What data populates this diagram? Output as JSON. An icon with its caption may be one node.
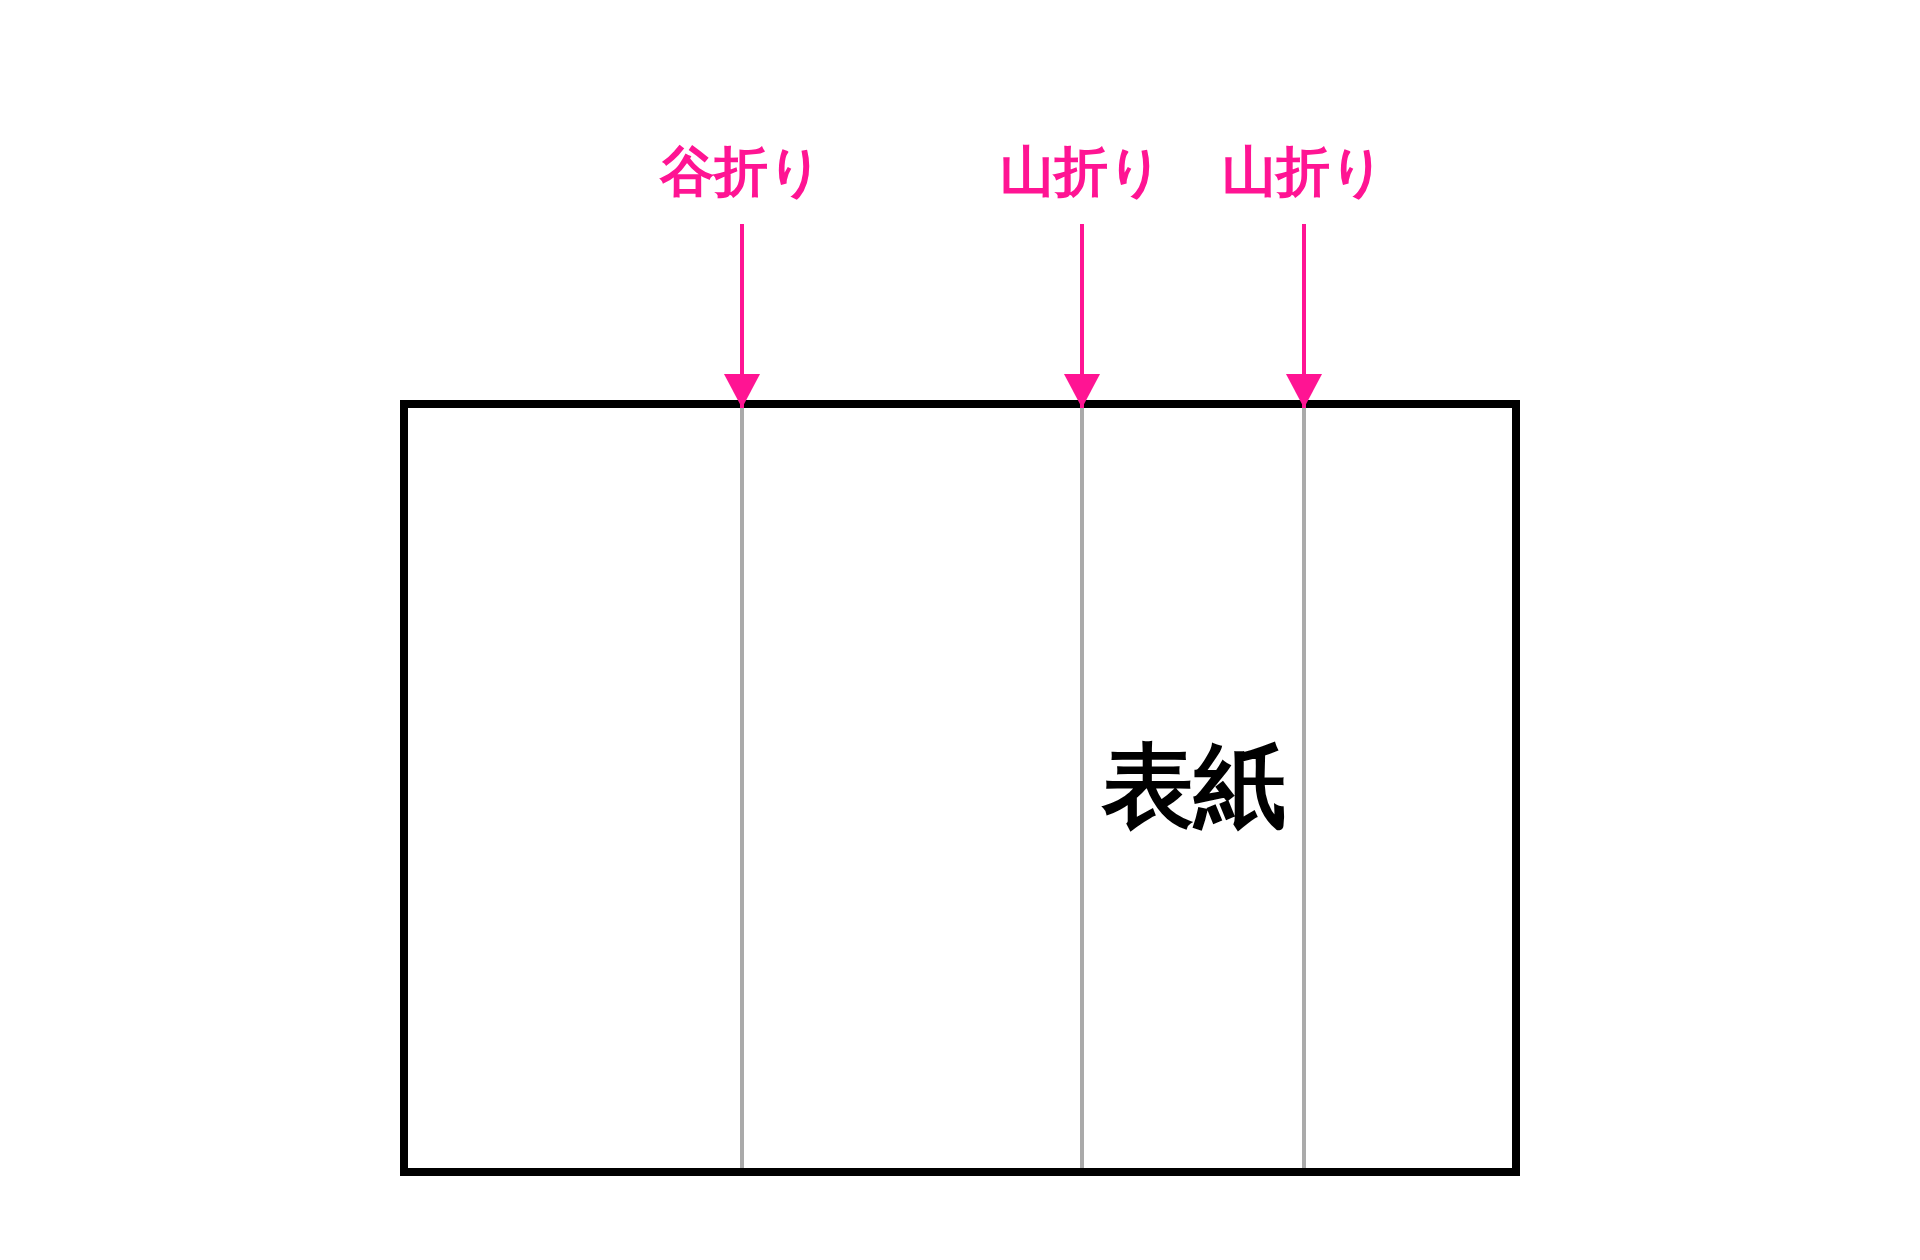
{
  "diagram": {
    "nodes": [
      {
        "text": [
          "谷折り"
        ]
      },
      {
        "text": [
          "山折り"
        ]
      },
      {
        "text": [
          "山折り"
        ]
      },
      {
        "text": [
          "表紙"
        ]
      },
      {
        "text": [],
        "shape": "line",
        "in": 3
      },
      {
        "text": [],
        "shape": "line",
        "in": 3
      },
      {
        "text": [],
        "shape": "line",
        "in": 3
      }
    ],
    "edges": [
      {
        "from": 0,
        "to": 4,
        "arrow": "to"
      },
      {
        "from": 1,
        "to": 5,
        "arrow": "to"
      },
      {
        "from": 2,
        "to": 6,
        "arrow": "to"
      }
    ]
  }
}
